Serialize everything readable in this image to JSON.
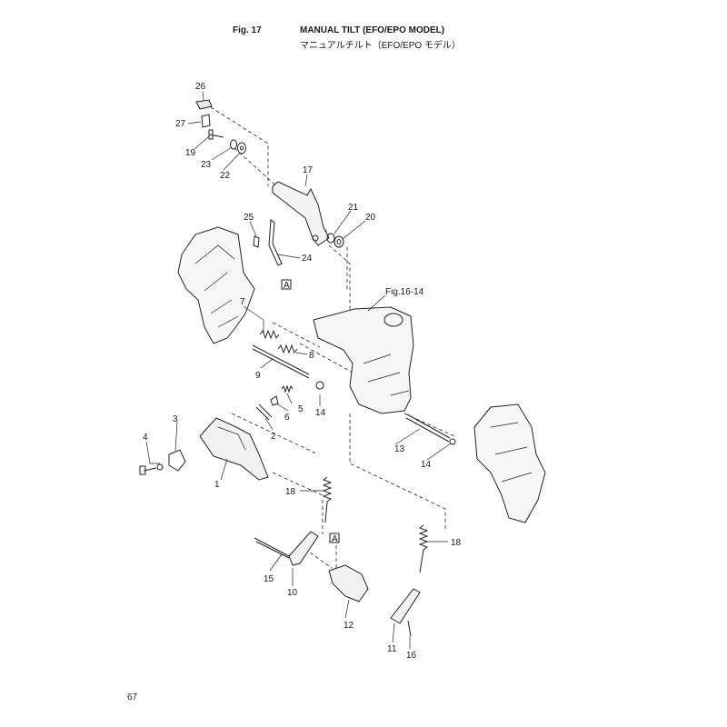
{
  "header": {
    "fig_label": "Fig. 17",
    "title_en": "MANUAL TILT (EFO/EPO MODEL)",
    "title_ja": "マニュアルチルト（EFO/EPO モデル）"
  },
  "reference_label": "Fig.16-14",
  "box_labels": [
    "A",
    "A"
  ],
  "callouts": [
    "26",
    "27",
    "19",
    "23",
    "22",
    "17",
    "21",
    "20",
    "25",
    "24",
    "7",
    "8",
    "9",
    "5",
    "6",
    "14",
    "2",
    "3",
    "4",
    "1",
    "13",
    "14",
    "18",
    "18",
    "15",
    "10",
    "12",
    "11",
    "16"
  ],
  "page_number": "67"
}
